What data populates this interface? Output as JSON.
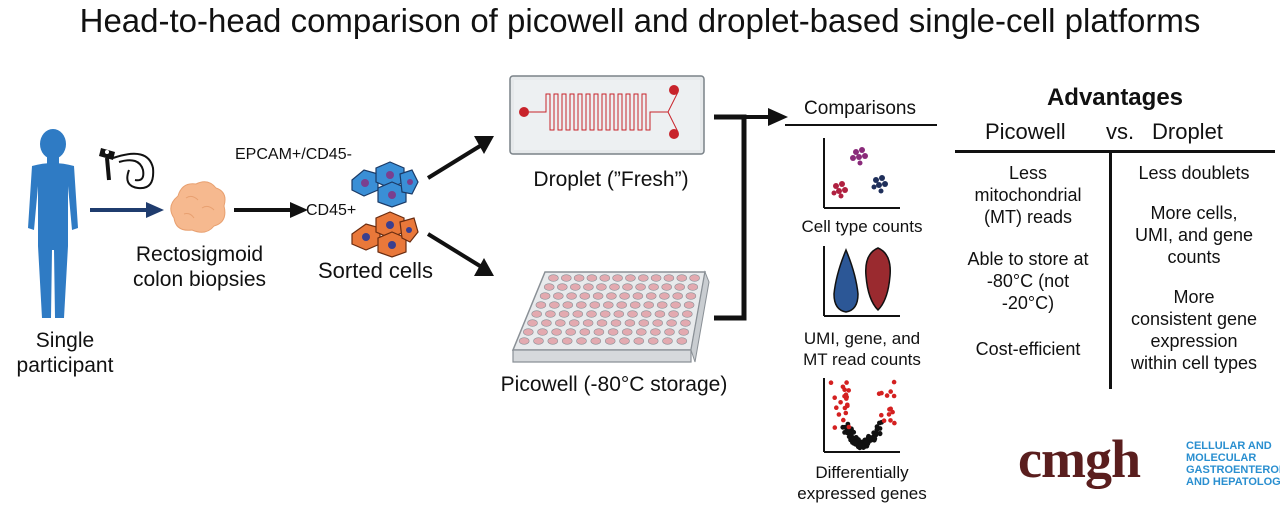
{
  "title": "Head-to-head comparison of picowell and droplet-based single-cell platforms",
  "participant": {
    "label_line1": "Single",
    "label_line2": "participant"
  },
  "biopsy": {
    "label_line1": "Rectosigmoid",
    "label_line2": "colon biopsies"
  },
  "sorted": {
    "epcam_label": "EPCAM+/CD45-",
    "cd45_label": "CD45+",
    "label": "Sorted cells"
  },
  "droplet": {
    "label": "Droplet (”Fresh”)"
  },
  "picowell": {
    "label": "Picowell (-80°C storage)"
  },
  "comparisons": {
    "heading": "Comparisons",
    "cell_type": "Cell type counts",
    "umi_line1": "UMI, gene, and",
    "umi_line2": "MT read counts",
    "de_line1": "Differentially",
    "de_line2": "expressed genes"
  },
  "advantages": {
    "heading": "Advantages",
    "col_picowell": "Picowell",
    "vs": "vs.",
    "col_droplet": "Droplet",
    "picowell_items": [
      "Less",
      "mitochondrial",
      "(MT) reads",
      "Able to store at",
      "-80°C (not",
      "-20°C)",
      "Cost-efficient"
    ],
    "droplet_items": [
      "Less doublets",
      "More cells,",
      "UMI, and gene",
      "counts",
      "More",
      "consistent gene",
      "expression",
      "within cell types"
    ]
  },
  "logo": {
    "word": "cmgh",
    "sub_line1": "CELLULAR AND",
    "sub_line2": "MOLECULAR",
    "sub_line3": "GASTROENTEROLOGY",
    "sub_line4": "AND HEPATOLOGY"
  },
  "colors": {
    "body_blue": "#2f7bc4",
    "arrow_navy": "#1f3c6e",
    "biopsy_peach": "#f6b98f",
    "epcam_blue": "#3a8fd6",
    "cd45_orange": "#e9783a",
    "droplet_red": "#c8232b",
    "violin_blue": "#2c5796",
    "violin_red": "#9a2a2f",
    "logo_maroon": "#5a1e1e",
    "logo_blue": "#2a8fd0"
  }
}
